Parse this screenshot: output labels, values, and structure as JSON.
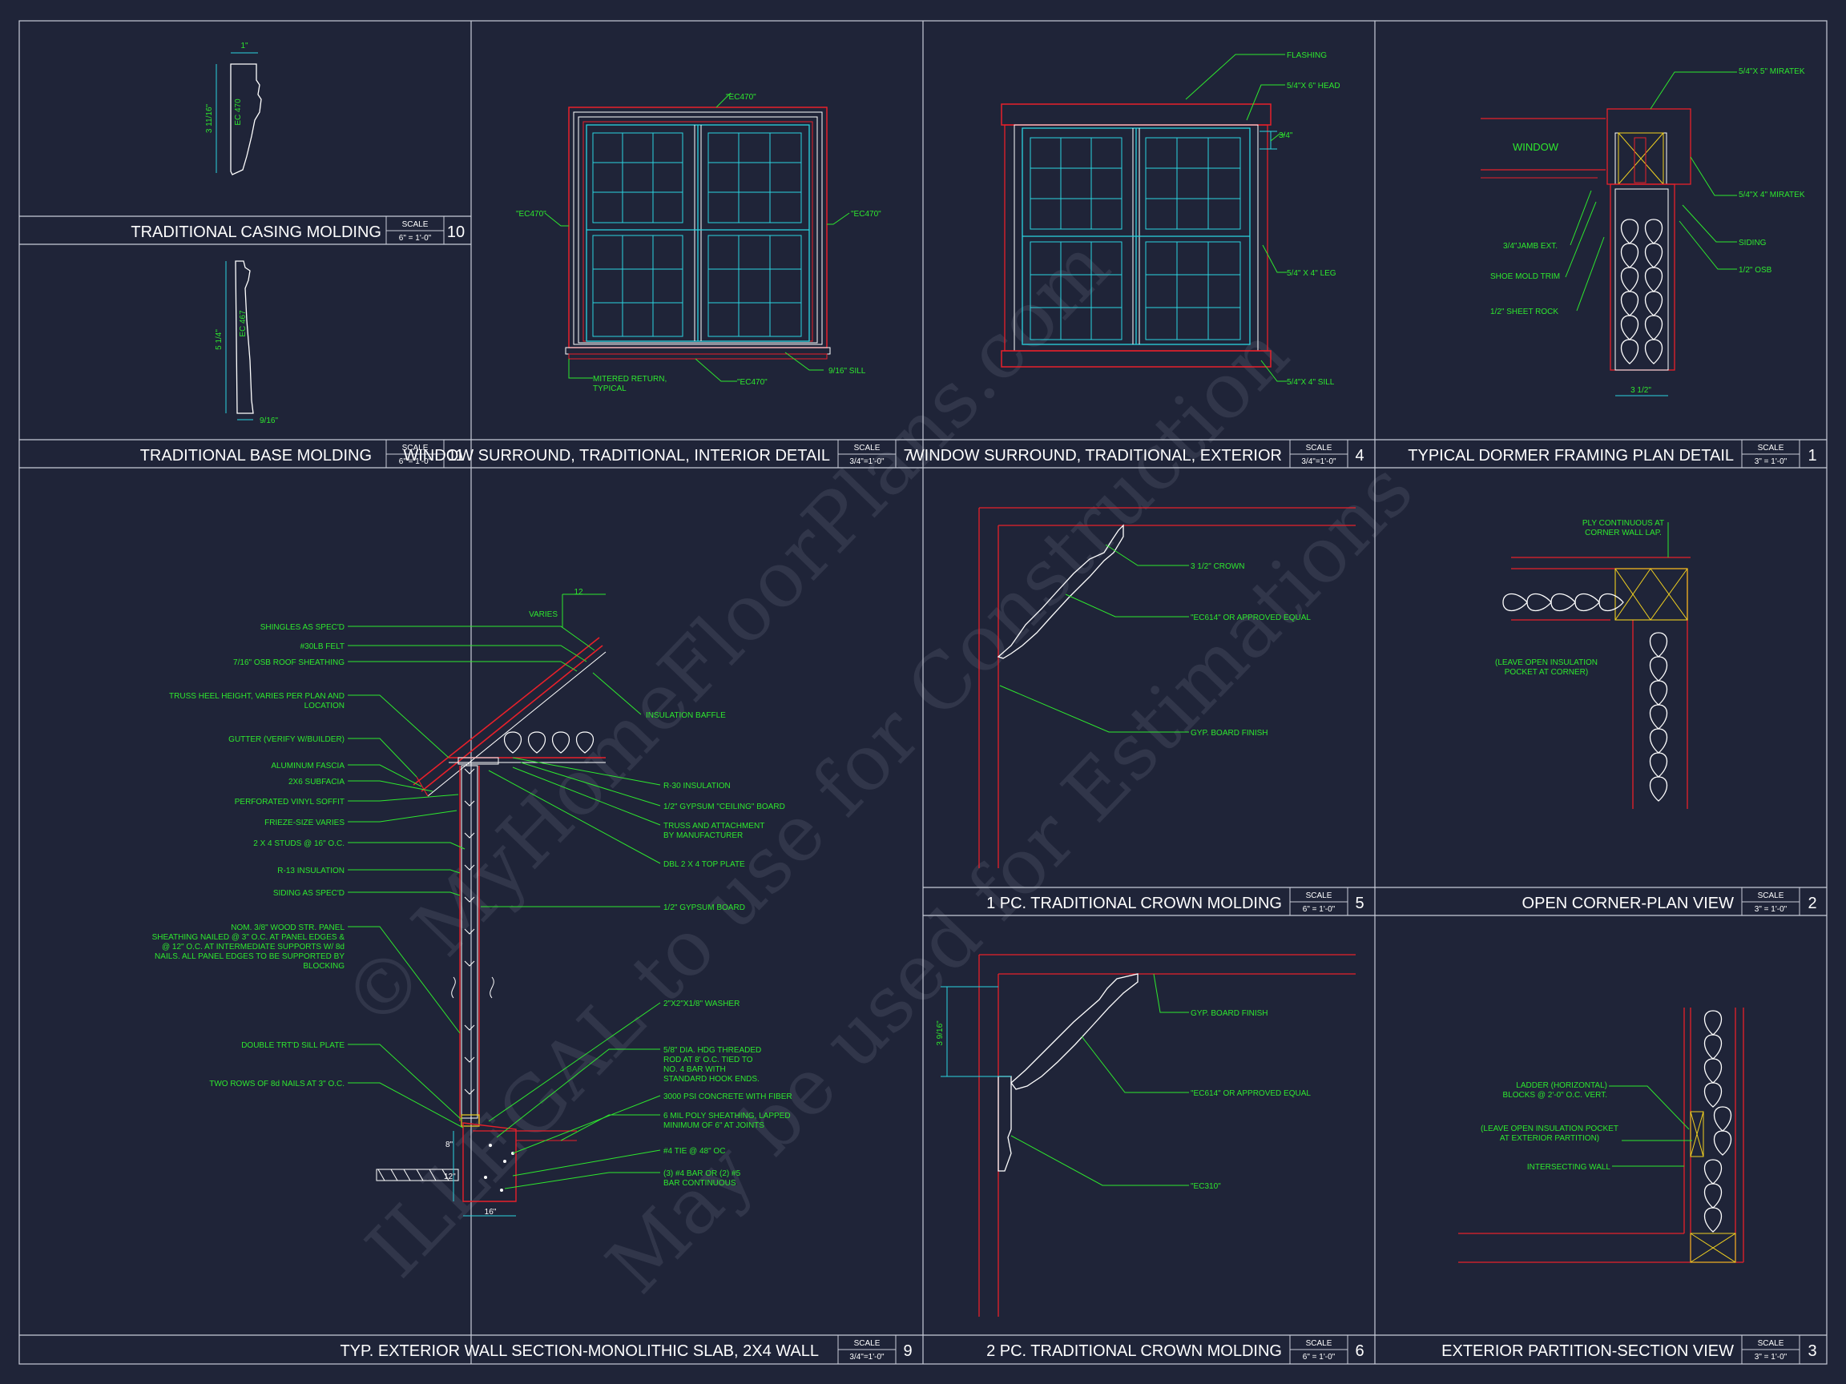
{
  "sheet": {
    "panels": [
      {
        "id": "p10",
        "title": "TRADITIONAL CASING MOLDING",
        "scale_label": "SCALE",
        "scale": "6\" = 1'-0\"",
        "number": "10"
      },
      {
        "id": "p11",
        "title": "TRADITIONAL BASE MOLDING",
        "scale_label": "SCALE",
        "scale": "6\" = 1'-0\"",
        "number": "11"
      },
      {
        "id": "p7",
        "title": "WINDOW SURROUND, TRADITIONAL, INTERIOR DETAIL",
        "scale_label": "SCALE",
        "scale": "3/4\"=1'-0\"",
        "number": "7"
      },
      {
        "id": "p4",
        "title": "WINDOW SURROUND, TRADITIONAL, EXTERIOR",
        "scale_label": "SCALE",
        "scale": "3/4\"=1'-0\"",
        "number": "4"
      },
      {
        "id": "p1",
        "title": "TYPICAL DORMER FRAMING PLAN DETAIL",
        "scale_label": "SCALE",
        "scale": "3\" = 1'-0\"",
        "number": "1"
      },
      {
        "id": "p9",
        "title": "TYP. EXTERIOR WALL SECTION-MONOLITHIC SLAB, 2X4 WALL",
        "scale_label": "SCALE",
        "scale": "3/4\"=1'-0\"",
        "number": "9"
      },
      {
        "id": "p5",
        "title": "1 PC. TRADITIONAL CROWN MOLDING",
        "scale_label": "SCALE",
        "scale": "6\" = 1'-0\"",
        "number": "5"
      },
      {
        "id": "p2",
        "title": "OPEN CORNER-PLAN VIEW",
        "scale_label": "SCALE",
        "scale": "3\" = 1'-0\"",
        "number": "2"
      },
      {
        "id": "p6",
        "title": "2 PC. TRADITIONAL CROWN MOLDING",
        "scale_label": "SCALE",
        "scale": "6\" = 1'-0\"",
        "number": "6"
      },
      {
        "id": "p3",
        "title": "EXTERIOR PARTITION-SECTION VIEW",
        "scale_label": "SCALE",
        "scale": "3\" = 1'-0\"",
        "number": "3"
      }
    ]
  },
  "casing": {
    "dim_top": "1\"",
    "dim_height": "3 11/16\"",
    "code": "EC 470"
  },
  "base": {
    "dim_height": "5 1/4\"",
    "dim_bottom": "9/16\"",
    "code": "EC 467"
  },
  "window_interior": {
    "labels": [
      "\"EC470\"",
      "\"EC470\"",
      "\"EC470\"",
      "MITERED RETURN,",
      "TYPICAL",
      "\"EC470\"",
      "9/16\" SILL"
    ]
  },
  "window_exterior": {
    "labels": [
      "FLASHING",
      "5/4\"X 6\" HEAD",
      "3/4\"",
      "5/4\" X 4\" LEG",
      "5/4\"X 4\" SILL"
    ]
  },
  "dormer": {
    "labels": [
      "5/4\"X 5\" MIRATEK",
      "WINDOW",
      "5/4\"X 4\" MIRATEK",
      "SIDING",
      "1/2\" OSB",
      "3/4\"JAMB EXT.",
      "SHOE MOLD TRIM",
      "1/2\" SHEET ROCK",
      "3 1/2\""
    ]
  },
  "wall_section": {
    "left_labels": [
      "SHINGLES AS SPEC'D",
      "#30LB FELT",
      "7/16\" OSB ROOF SHEATHING",
      "TRUSS HEEL HEIGHT, VARIES PER PLAN AND",
      "LOCATION",
      "GUTTER (VERIFY W/BUILDER)",
      "ALUMINUM FASCIA",
      "2X6 SUBFACIA",
      "PERFORATED VINYL SOFFIT",
      "FRIEZE-SIZE VARIES",
      "2 X 4 STUDS @ 16\" O.C.",
      "R-13 INSULATION",
      "SIDING AS SPEC'D",
      "NOM. 3/8\" WOOD STR. PANEL",
      "SHEATHING NAILED @ 3\" O.C. AT PANEL EDGES &",
      "@ 12\" O.C. AT INTERMEDIATE SUPPORTS W/ 8d",
      "NAILS. ALL PANEL EDGES TO BE SUPPORTED BY",
      "BLOCKING",
      "DOUBLE TRT'D SILL PLATE",
      "TWO ROWS OF 8d NAILS AT 3\" O.C."
    ],
    "right_labels": [
      "VARIES",
      "12",
      "INSULATION BAFFLE",
      "R-30 INSULATION",
      "1/2\" GYPSUM \"CEILING\" BOARD",
      "TRUSS AND ATTACHMENT",
      "BY MANUFACTURER",
      "DBL 2 X 4 TOP PLATE",
      "1/2\" GYPSUM BOARD",
      "2\"X2\"X1/8\" WASHER",
      "5/8\" DIA. HDG THREADED",
      "ROD AT 8' O.C. TIED TO",
      "NO. 4  BAR WITH",
      "STANDARD HOOK ENDS.",
      "3000 PSI CONCRETE WITH FIBER",
      "6 MIL POLY SHEATHING, LAPPED",
      "MINIMUM OF 6\" AT JOINTS",
      "#4 TIE @ 48\" OC",
      "(3) #4 BAR OR (2) #5",
      "BAR CONTINUOUS"
    ],
    "dims": [
      "8\"",
      "12\"",
      "16\""
    ]
  },
  "crown1": {
    "labels": [
      "3 1/2\" CROWN",
      "\"EC614\" OR APPROVED EQUAL",
      "GYP. BOARD FINISH"
    ]
  },
  "corner": {
    "labels": [
      "PLY CONTINUOUS AT",
      "CORNER WALL LAP.",
      "(LEAVE OPEN INSULATION",
      "POCKET AT CORNER)"
    ]
  },
  "crown2": {
    "labels": [
      "3 9/16\"",
      "GYP. BOARD FINISH",
      "\"EC614\" OR APPROVED EQUAL",
      "\"EC310\""
    ]
  },
  "partition": {
    "labels": [
      "LADDER (HORIZONTAL)",
      "BLOCKS @ 2'-0\" O.C. VERT.",
      "(LEAVE OPEN INSULATION POCKET",
      "AT  EXTERIOR PARTITION)",
      "INTERSECTING WALL"
    ]
  },
  "watermark": [
    "© MyHomeFloorPlans.com",
    "ILLEGAL to use for Construction",
    "May be used for Estimations"
  ],
  "colors": {
    "background": "#1f2438",
    "frame": "#c8ccd8",
    "red": "#e8202a",
    "green": "#2ee82e",
    "cyan": "#2bd4e0",
    "yellow": "#f0d020",
    "white": "#ffffff"
  }
}
